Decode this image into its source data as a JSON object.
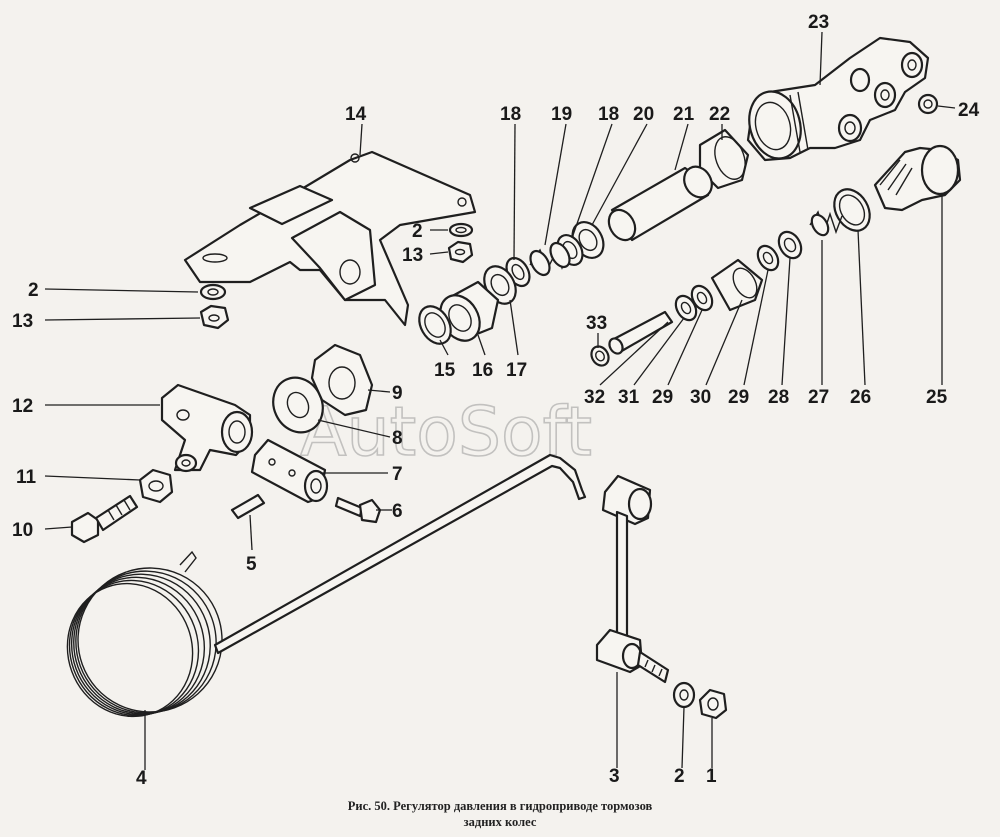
{
  "figure": {
    "watermark": "AutoSoft",
    "caption_line1": "Рис. 50. Регулятор давления в гидроприводе тормозов",
    "caption_line2": "задних колес"
  },
  "callouts": {
    "c1": "1",
    "c2": "2",
    "c3": "3",
    "c4": "4",
    "c5": "5",
    "c6": "6",
    "c7": "7",
    "c8": "8",
    "c9": "9",
    "c10": "10",
    "c11": "11",
    "c12": "12",
    "c13": "13",
    "c14": "14",
    "c15": "15",
    "c16": "16",
    "c17": "17",
    "c18": "18",
    "c19": "19",
    "c20": "20",
    "c21": "21",
    "c22": "22",
    "c23": "23",
    "c24": "24",
    "c25": "25",
    "c26": "26",
    "c27": "27",
    "c28": "28",
    "c29": "29",
    "c30": "30",
    "c31": "31",
    "c32": "32",
    "c33": "33"
  }
}
